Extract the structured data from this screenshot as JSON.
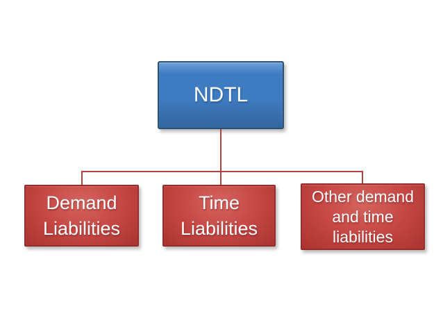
{
  "diagram": {
    "type": "hierarchy",
    "root": {
      "label": "NDTL"
    },
    "children": [
      {
        "label": "Demand Liabilities",
        "lines": [
          "Demand",
          "Liabilities"
        ]
      },
      {
        "label": "Time Liabilities",
        "lines": [
          "Time",
          "Liabilities"
        ]
      },
      {
        "label": "Other demand and time liabilities",
        "lines": [
          "Other demand",
          "and time",
          "liabilities"
        ]
      }
    ],
    "colors": {
      "root_fill": "#3e7bc1",
      "root_fill_light": "#6f9fd8",
      "root_fill_dark": "#33669e",
      "root_border": "#2d5076",
      "child_fill": "#c74845",
      "child_fill_light": "#d4655f",
      "child_fill_dark": "#a93431",
      "child_border": "#962d2a",
      "connector": "#b5403d",
      "text": "#ffffff",
      "background": "#ffffff"
    }
  }
}
